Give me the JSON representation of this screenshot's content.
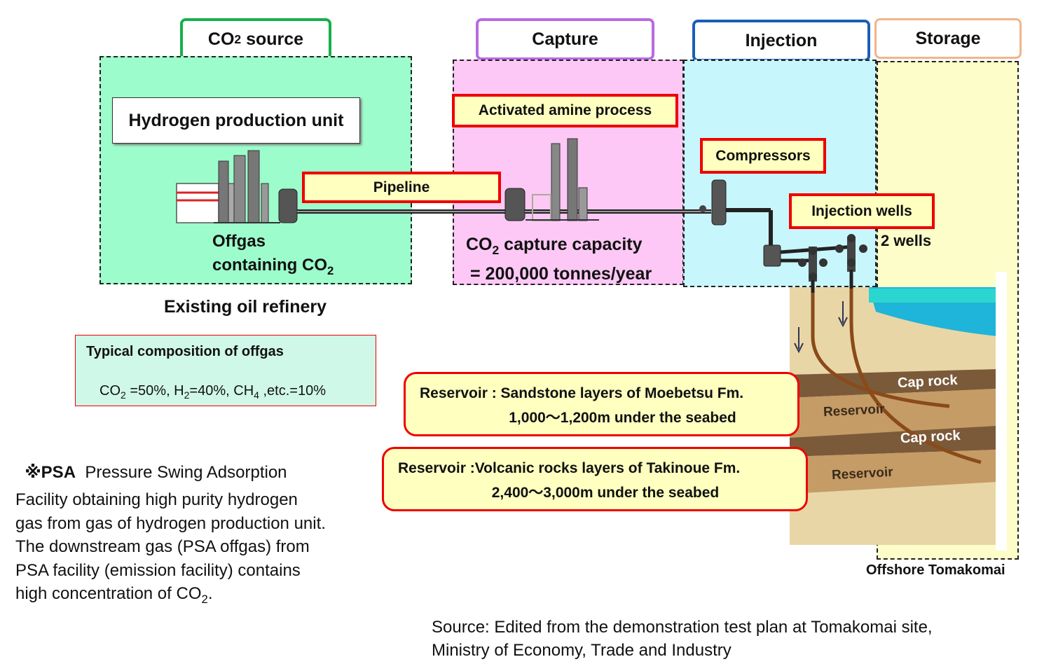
{
  "stages": {
    "source": {
      "label": "CO",
      "sub": "2",
      "rest": " source",
      "color": "#14b14a"
    },
    "capture": {
      "label": "Capture",
      "color": "#b96ae0"
    },
    "injection": {
      "label": "Injection",
      "color": "#1a5fb4"
    },
    "storage": {
      "label": "Storage",
      "color": "#f2b48a"
    }
  },
  "source_zone": {
    "unit": "Hydrogen production unit",
    "offgas_line1": "Offgas",
    "offgas_line2": "containing CO",
    "offgas_sub": "2",
    "caption": "Existing oil refinery"
  },
  "pipeline_label": "Pipeline",
  "capture_zone": {
    "process": "Activated amine process",
    "capacity_pre": "CO",
    "capacity_sub": "2",
    "capacity_rest": " capture capacity",
    "capacity_line2": "= 200,000 tonnes/year"
  },
  "injection_zone": {
    "compressors": "Compressors",
    "wells": "Injection wells",
    "wells_count": "2 wells"
  },
  "geology": {
    "cap_rock_1": "Cap rock",
    "cap_rock_2": "Cap rock",
    "reservoir_1": "Reservoir",
    "reservoir_2": "Reservoir",
    "location": "Offshore Tomakomai"
  },
  "reservoirs": [
    {
      "line1": "Reservoir : Sandstone layers of Moebetsu Fm.",
      "line2": "1,000～1,200m under the seabed"
    },
    {
      "line1": "Reservoir :Volcanic rocks layers of Takinoue Fm.",
      "line2": "2,400～3,000m under the seabed"
    }
  ],
  "composition": {
    "title": "Typical composition of offgas",
    "p1": "CO",
    "s1": "2",
    "t1": " =50%, H",
    "s2": "2",
    "t2": "=40%, CH",
    "s3": "4",
    "t3": " ,etc.=10%"
  },
  "psa": {
    "mark": "※PSA",
    "title": "Pressure Swing Adsorption",
    "desc_line1": "Facility obtaining high purity hydrogen",
    "desc_line2": "gas from gas of hydrogen production unit.",
    "desc_line3": "The downstream gas (PSA offgas) from",
    "desc_line4": "PSA facility (emission facility) contains",
    "desc_line5": "high concentration of CO",
    "desc_sub": "2",
    "desc_end": "."
  },
  "source_note": {
    "line1": "Source: Edited from the demonstration test plan at Tomakomai site,",
    "line2": "Ministry of Economy, Trade and Industry"
  },
  "colors": {
    "source_bg": "#9dfccb",
    "capture_bg": "#fdc8f5",
    "injection_bg": "#c8f6fd",
    "storage_bg": "#fdfdc9",
    "composition_bg": "#d0f8e9",
    "highlight_border": "#e00000",
    "highlight_fill": "#ffffc0"
  }
}
